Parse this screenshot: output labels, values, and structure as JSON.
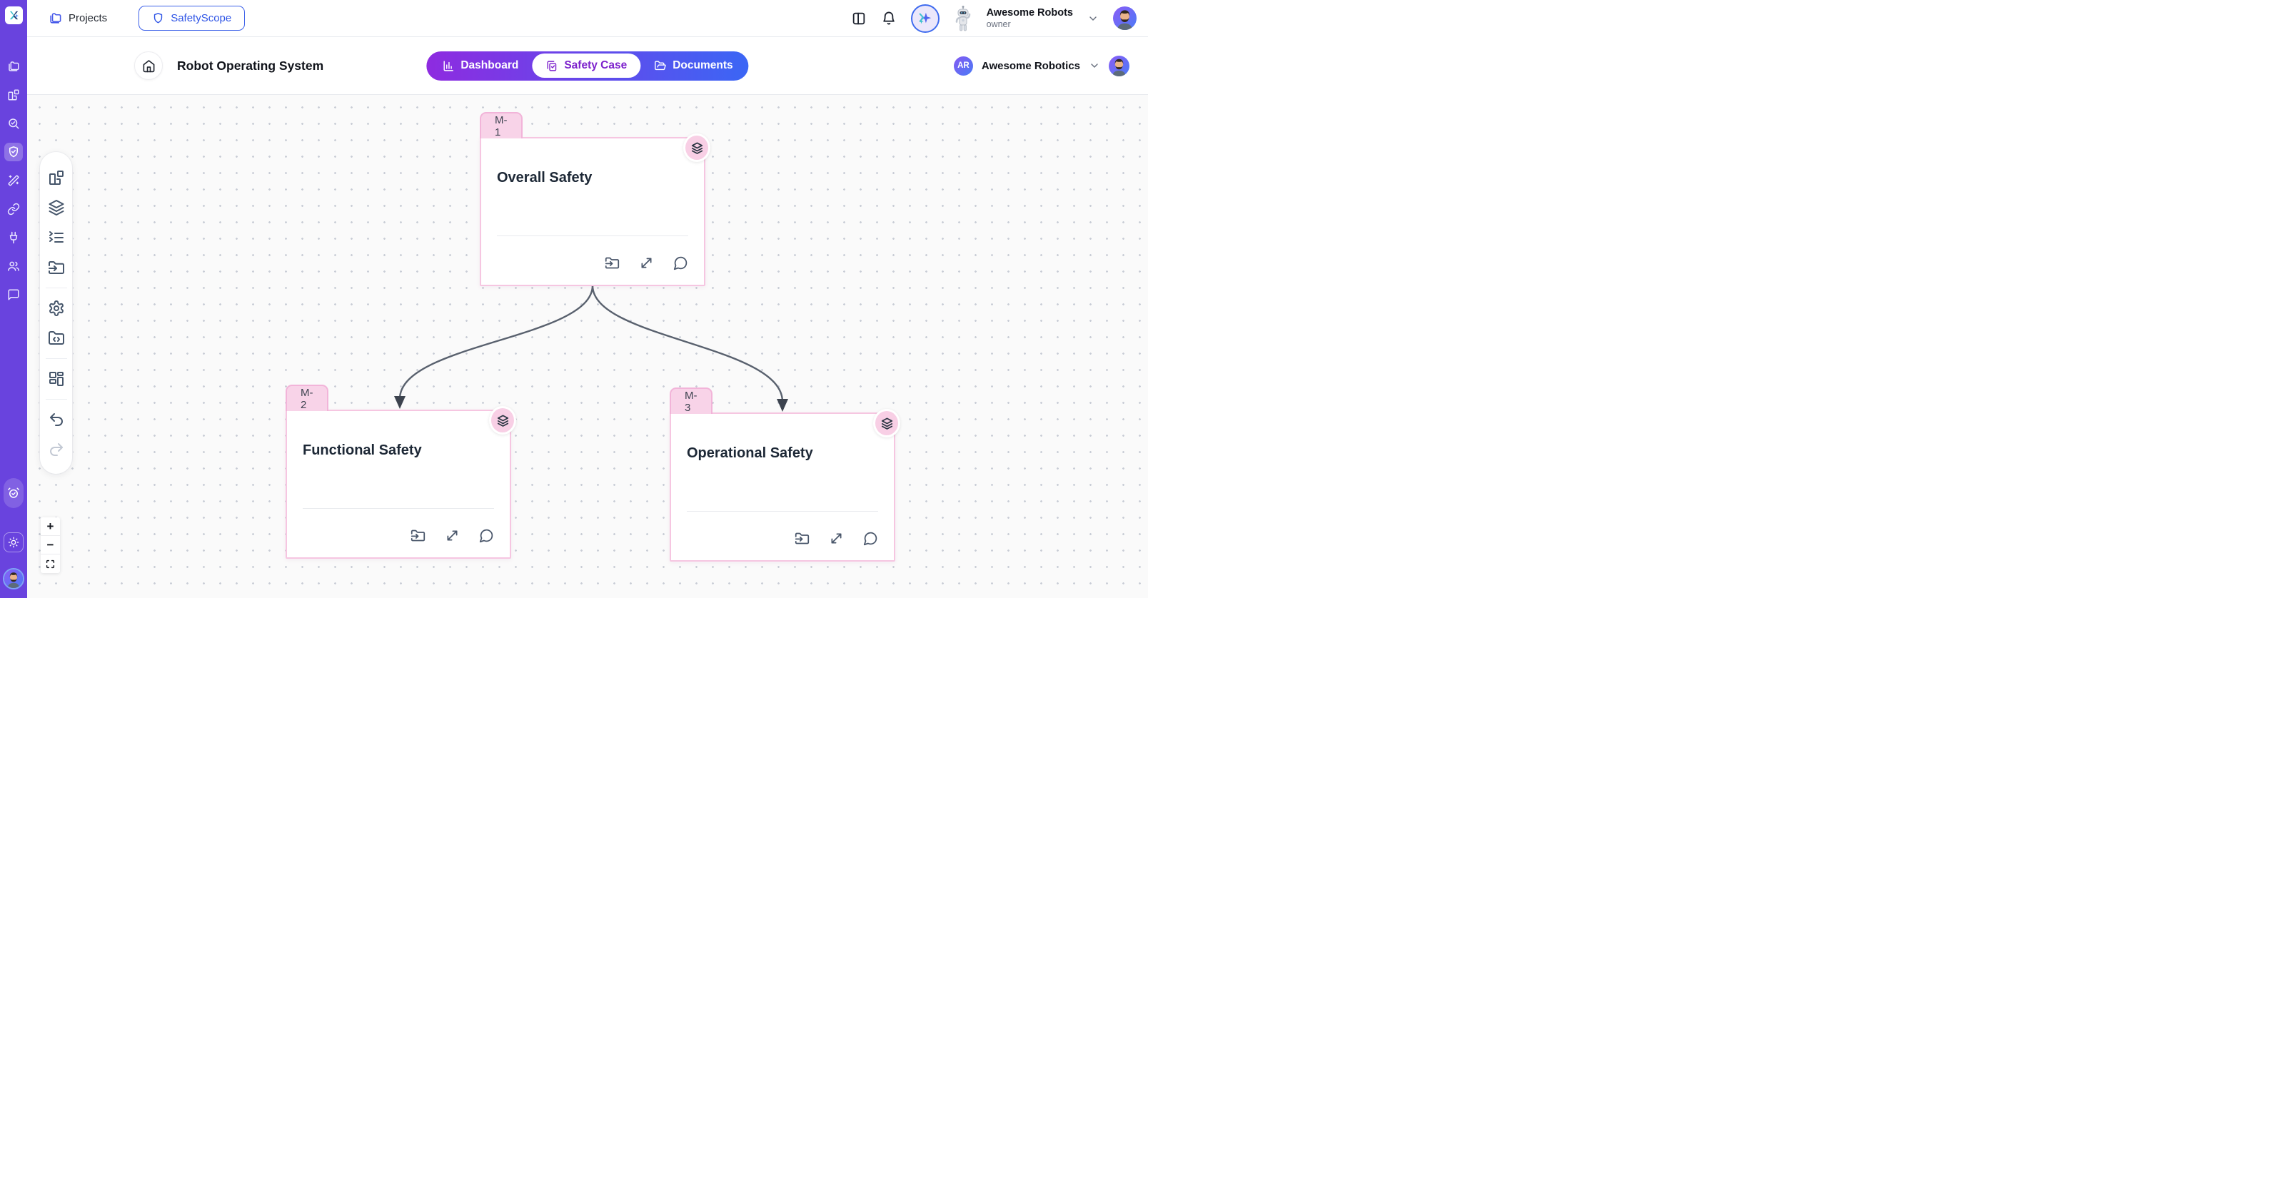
{
  "topbar": {
    "projects_label": "Projects",
    "app_button_label": "SafetyScope",
    "account": {
      "name": "Awesome Robots",
      "role": "owner"
    }
  },
  "project_header": {
    "title": "Robot Operating System",
    "tabs": [
      {
        "label": "Dashboard",
        "active": false
      },
      {
        "label": "Safety Case",
        "active": true
      },
      {
        "label": "Documents",
        "active": false
      }
    ],
    "org": {
      "initials": "AR",
      "name": "Awesome Robotics"
    }
  },
  "sidebar": {
    "items": [
      {
        "icon": "folders-icon"
      },
      {
        "icon": "blocks-icon"
      },
      {
        "icon": "search-check-icon"
      },
      {
        "icon": "shield-check-icon",
        "active": true
      },
      {
        "icon": "wand-sparkles-icon"
      },
      {
        "icon": "link-icon"
      },
      {
        "icon": "plug-icon"
      },
      {
        "icon": "users-icon"
      },
      {
        "icon": "chat-icon"
      }
    ],
    "bottom": [
      {
        "icon": "alarm-check-icon"
      },
      {
        "icon": "sun-icon"
      },
      {
        "icon": "user-avatar"
      }
    ]
  },
  "canvas": {
    "toolbar": [
      "blocks-icon",
      "layers-icon",
      "checklist-icon",
      "folder-input-icon",
      "settings-icon",
      "folder-code-icon",
      "layout-grid-icon",
      "undo-icon",
      "redo-icon"
    ],
    "zoom_controls": {
      "zoom_in": "+",
      "zoom_out": "−"
    },
    "nodes": [
      {
        "id": "M-1",
        "title": "Overall Safety"
      },
      {
        "id": "M-2",
        "title": "Functional Safety"
      },
      {
        "id": "M-3",
        "title": "Operational Safety"
      }
    ],
    "edges": [
      {
        "from": "M-1",
        "to": "M-2"
      },
      {
        "from": "M-1",
        "to": "M-3"
      }
    ],
    "colors": {
      "node_border": "#f6c6e1",
      "node_tab_bg": "#f8d3e8",
      "badge_bg": "#f8cfe5",
      "edge": "#59616e",
      "rail": "#6943de",
      "tab_gradient_start": "#8e2be0",
      "tab_gradient_end": "#3b66f5"
    }
  }
}
